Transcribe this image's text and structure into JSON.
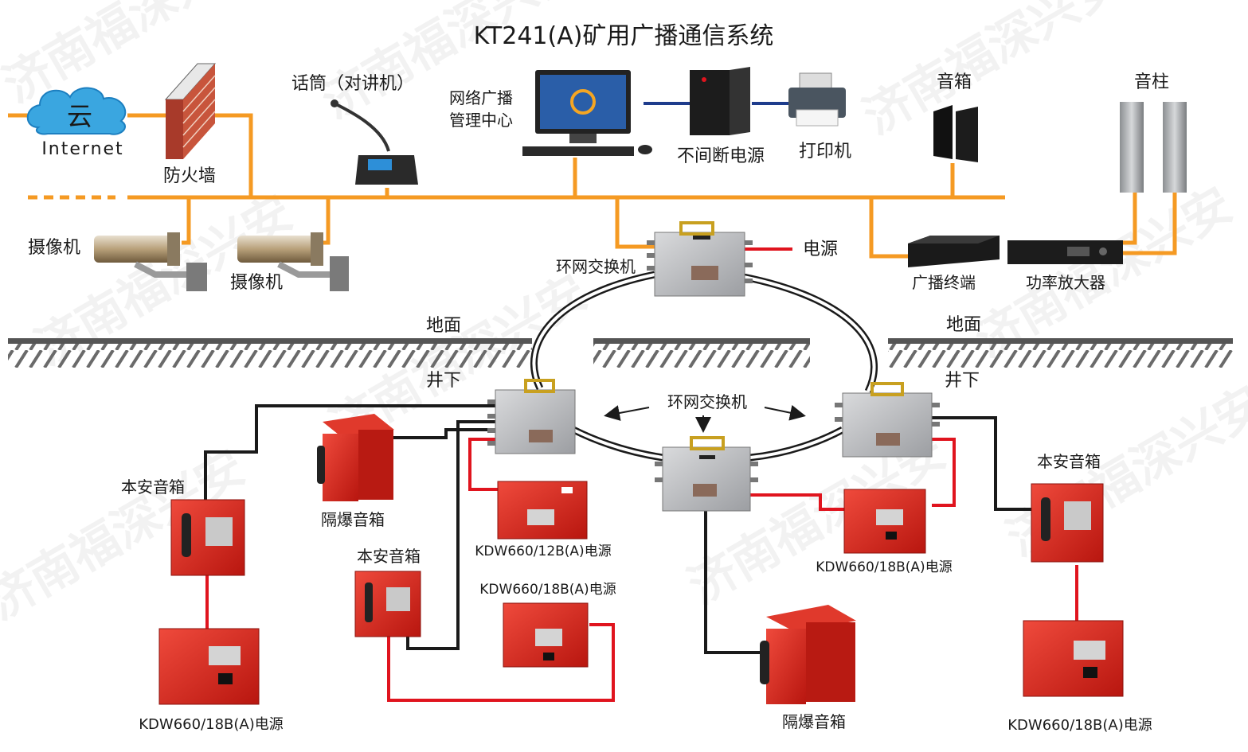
{
  "title": "KT241(A)矿用广播通信系统",
  "watermark": "济南福深兴安",
  "labels": {
    "cloud": "云",
    "internet": "Internet",
    "firewall": "防火墙",
    "microphone": "话筒（对讲机）",
    "mgmt_line1": "网络广播",
    "mgmt_line2": "管理中心",
    "ups": "不间断电源",
    "printer": "打印机",
    "speaker_box": "音箱",
    "speaker_column": "音柱",
    "camera_left": "摄像机",
    "camera_right": "摄像机",
    "ring_switch_top": "环网交换机",
    "power_top": "电源",
    "broadcast_terminal": "广播终端",
    "power_amp": "功率放大器",
    "ground_left": "地面",
    "ground_right": "地面",
    "underground_left": "井下",
    "underground_right": "井下",
    "ring_switch_center": "环网交换机",
    "intrinsic_speaker_left": "本安音箱",
    "flameproof_speaker_left": "隔爆音箱",
    "power_12b": "KDW660/12B(A)电源",
    "intrinsic_speaker_mid": "本安音箱",
    "power_18b_mid": "KDW660/18B(A)电源",
    "power_18b_right_top": "KDW660/18B(A)电源",
    "flameproof_speaker_bottom": "隔爆音箱",
    "intrinsic_speaker_right": "本安音箱",
    "power_18b_left_bottom": "KDW660/18B(A)电源",
    "power_18b_right_bottom": "KDW660/18B(A)电源"
  },
  "colors": {
    "network_line": "#f59a23",
    "power_line": "#e0141e",
    "signal_line": "#1a1a1a",
    "ups_link": "#1e3c8c",
    "device_red": "#d92a22",
    "switch_gray": "#b5b7ba"
  }
}
